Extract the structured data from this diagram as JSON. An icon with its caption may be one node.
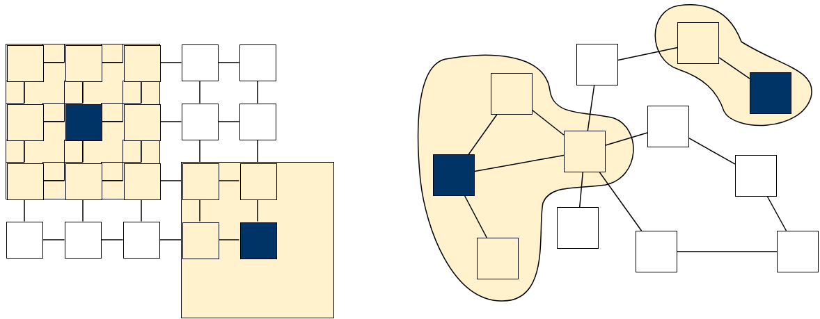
{
  "diagram": {
    "nodes": [
      {
        "text": [],
        "shape": "box"
      },
      {
        "text": [],
        "shape": "box",
        "in": 0
      },
      {
        "text": [],
        "shape": "box",
        "in": 0
      },
      {
        "text": [],
        "shape": "box",
        "in": 0
      },
      {
        "text": [],
        "shape": "box"
      },
      {
        "text": [],
        "shape": "box"
      },
      {
        "text": [],
        "shape": "box",
        "in": 0
      },
      {
        "text": [],
        "shape": "box",
        "in": 0
      },
      {
        "text": [],
        "shape": "box",
        "in": 0
      },
      {
        "text": [],
        "shape": "box"
      },
      {
        "text": [],
        "shape": "box"
      },
      {
        "text": [],
        "shape": "box"
      },
      {
        "text": [],
        "shape": "box",
        "in": 0
      },
      {
        "text": [],
        "shape": "box",
        "in": 0
      },
      {
        "text": [],
        "shape": "box",
        "in": 0
      },
      {
        "text": [],
        "shape": "box",
        "in": 11
      },
      {
        "text": [],
        "shape": "box",
        "in": 11
      },
      {
        "text": [],
        "shape": "box"
      },
      {
        "text": [],
        "shape": "box"
      },
      {
        "text": [],
        "shape": "box"
      },
      {
        "text": [],
        "shape": "box",
        "in": 11
      },
      {
        "text": [],
        "shape": "box",
        "in": 11
      },
      {
        "text": [],
        "shape": "cloud"
      },
      {
        "text": [],
        "shape": "box",
        "in": 22
      },
      {
        "text": [],
        "shape": "box"
      },
      {
        "text": [],
        "shape": "cloud"
      },
      {
        "text": [],
        "shape": "box",
        "in": 25
      },
      {
        "text": [],
        "shape": "box",
        "in": 22
      },
      {
        "text": [],
        "shape": "box"
      },
      {
        "text": [],
        "shape": "box",
        "in": 25
      },
      {
        "text": [],
        "shape": "box",
        "in": 25
      },
      {
        "text": [],
        "shape": "box"
      },
      {
        "text": [],
        "shape": "box"
      },
      {
        "text": [],
        "shape": "box"
      },
      {
        "text": [],
        "shape": "box"
      },
      {
        "text": [],
        "shape": "box",
        "in": 25
      }
    ],
    "edges": [
      {
        "from": 1,
        "to": 2,
        "arrow": "none"
      },
      {
        "from": 2,
        "to": 3,
        "arrow": "none"
      },
      {
        "from": 3,
        "to": 4,
        "arrow": "none"
      },
      {
        "from": 4,
        "to": 5,
        "arrow": "none"
      },
      {
        "from": 6,
        "to": 7,
        "arrow": "none"
      },
      {
        "from": 7,
        "to": 8,
        "arrow": "none"
      },
      {
        "from": 8,
        "to": 9,
        "arrow": "none"
      },
      {
        "from": 9,
        "to": 10,
        "arrow": "none"
      },
      {
        "from": 12,
        "to": 13,
        "arrow": "none"
      },
      {
        "from": 13,
        "to": 14,
        "arrow": "none"
      },
      {
        "from": 14,
        "to": 15,
        "arrow": "none"
      },
      {
        "from": 15,
        "to": 16,
        "arrow": "none"
      },
      {
        "from": 17,
        "to": 18,
        "arrow": "none"
      },
      {
        "from": 18,
        "to": 19,
        "arrow": "none"
      },
      {
        "from": 19,
        "to": 20,
        "arrow": "none"
      },
      {
        "from": 20,
        "to": 21,
        "arrow": "none"
      },
      {
        "from": 1,
        "to": 6,
        "arrow": "none"
      },
      {
        "from": 2,
        "to": 7,
        "arrow": "none"
      },
      {
        "from": 3,
        "to": 8,
        "arrow": "none"
      },
      {
        "from": 4,
        "to": 9,
        "arrow": "none"
      },
      {
        "from": 5,
        "to": 10,
        "arrow": "none"
      },
      {
        "from": 6,
        "to": 12,
        "arrow": "none"
      },
      {
        "from": 7,
        "to": 13,
        "arrow": "none"
      },
      {
        "from": 8,
        "to": 14,
        "arrow": "none"
      },
      {
        "from": 9,
        "to": 15,
        "arrow": "none"
      },
      {
        "from": 10,
        "to": 16,
        "arrow": "none"
      },
      {
        "from": 12,
        "to": 17,
        "arrow": "none"
      },
      {
        "from": 13,
        "to": 18,
        "arrow": "none"
      },
      {
        "from": 14,
        "to": 19,
        "arrow": "none"
      },
      {
        "from": 15,
        "to": 20,
        "arrow": "none"
      },
      {
        "from": 16,
        "to": 21,
        "arrow": "none"
      },
      {
        "from": 24,
        "to": 29,
        "arrow": "none"
      },
      {
        "from": 24,
        "to": 23,
        "arrow": "none"
      },
      {
        "from": 23,
        "to": 27,
        "arrow": "none"
      },
      {
        "from": 26,
        "to": 29,
        "arrow": "none"
      },
      {
        "from": 26,
        "to": 30,
        "arrow": "none"
      },
      {
        "from": 30,
        "to": 29,
        "arrow": "none"
      },
      {
        "from": 30,
        "to": 35,
        "arrow": "none"
      },
      {
        "from": 29,
        "to": 28,
        "arrow": "none"
      },
      {
        "from": 29,
        "to": 32,
        "arrow": "none"
      },
      {
        "from": 29,
        "to": 33,
        "arrow": "none"
      },
      {
        "from": 28,
        "to": 31,
        "arrow": "none"
      },
      {
        "from": 31,
        "to": 34,
        "arrow": "none"
      },
      {
        "from": 33,
        "to": 34,
        "arrow": "none"
      }
    ]
  }
}
